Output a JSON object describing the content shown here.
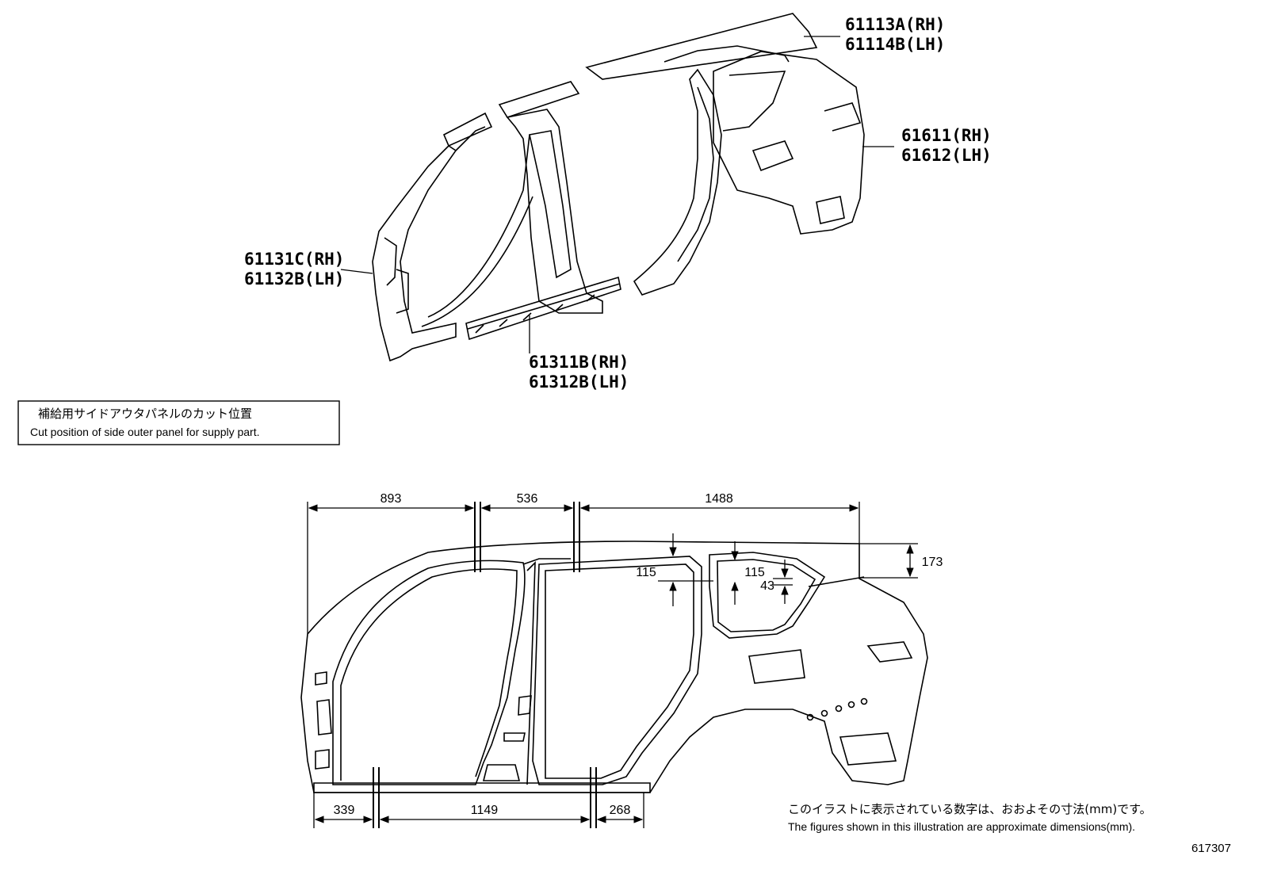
{
  "part_labels": {
    "roof_rail": [
      "61113A(RH)",
      "61114B(LH)"
    ],
    "quarter": [
      "61611(RH)",
      "61612(LH)"
    ],
    "front_pillar": [
      "61131C(RH)",
      "61132B(LH)"
    ],
    "rocker": [
      "61311B(RH)",
      "61312B(LH)"
    ]
  },
  "cut_box": {
    "jp": "補給用サイドアウタパネルのカット位置",
    "en": "Cut position of side outer panel for supply part."
  },
  "dimensions": {
    "top_1": "893",
    "top_2": "536",
    "top_3": "1488",
    "bottom_1": "339",
    "bottom_2": "1149",
    "bottom_3": "268",
    "v_1": "115",
    "v_2": "115",
    "v_3": "43",
    "v_4": "173"
  },
  "note": {
    "jp": "このイラストに表示されている数字は、おおよその寸法(mm)です。",
    "en": "The figures shown in this illustration are approximate dimensions(mm)."
  },
  "illustration_id": "617307"
}
